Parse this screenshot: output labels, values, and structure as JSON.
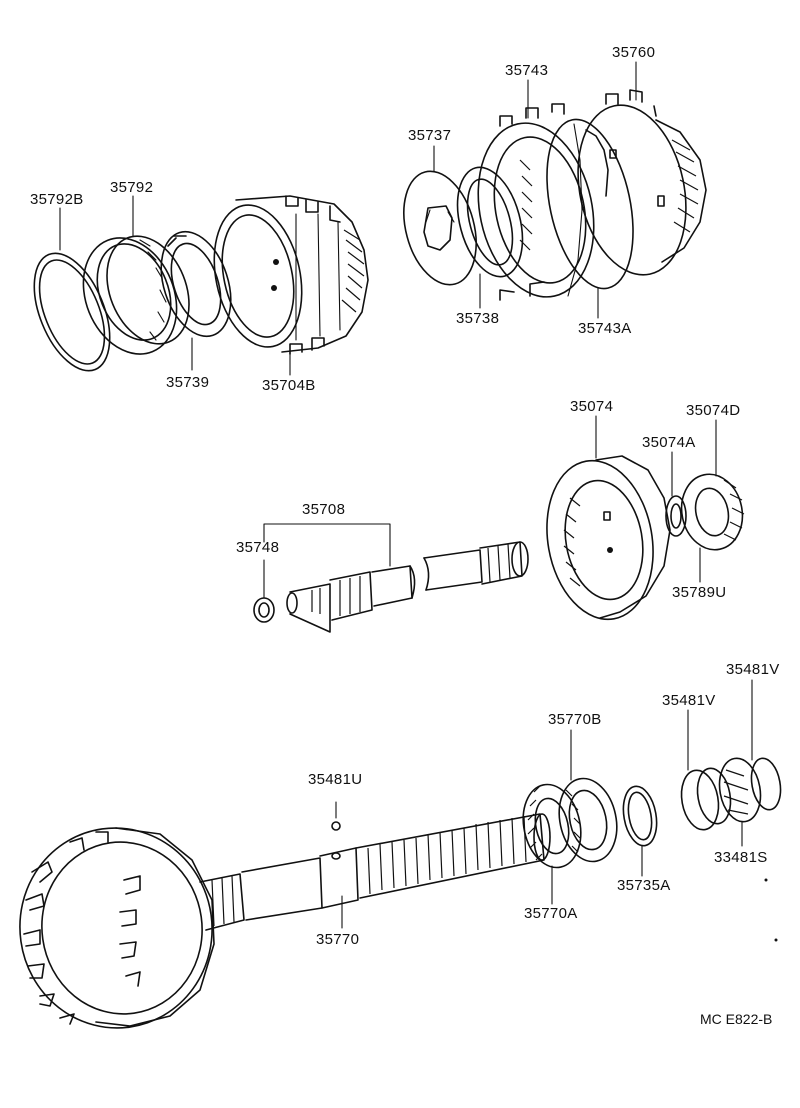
{
  "labels": {
    "p35792B": "35792B",
    "p35792": "35792",
    "p35739": "35739",
    "p35704B": "35704B",
    "p35737": "35737",
    "p35743": "35743",
    "p35760": "35760",
    "p35738": "35738",
    "p35743A": "35743A",
    "p35074": "35074",
    "p35074D": "35074D",
    "p35074A": "35074A",
    "p35789U": "35789U",
    "p35708": "35708",
    "p35748": "35748",
    "p35481U": "35481U",
    "p35770B": "35770B",
    "p35481V_a": "35481V",
    "p35481V_b": "35481V",
    "p33481S": "33481S",
    "p35735A": "35735A",
    "p35770A": "35770A",
    "p35770": "35770"
  },
  "footer": {
    "code": "MC  E822-B"
  },
  "colors": {
    "ink": "#111111",
    "paper": "#ffffff"
  }
}
